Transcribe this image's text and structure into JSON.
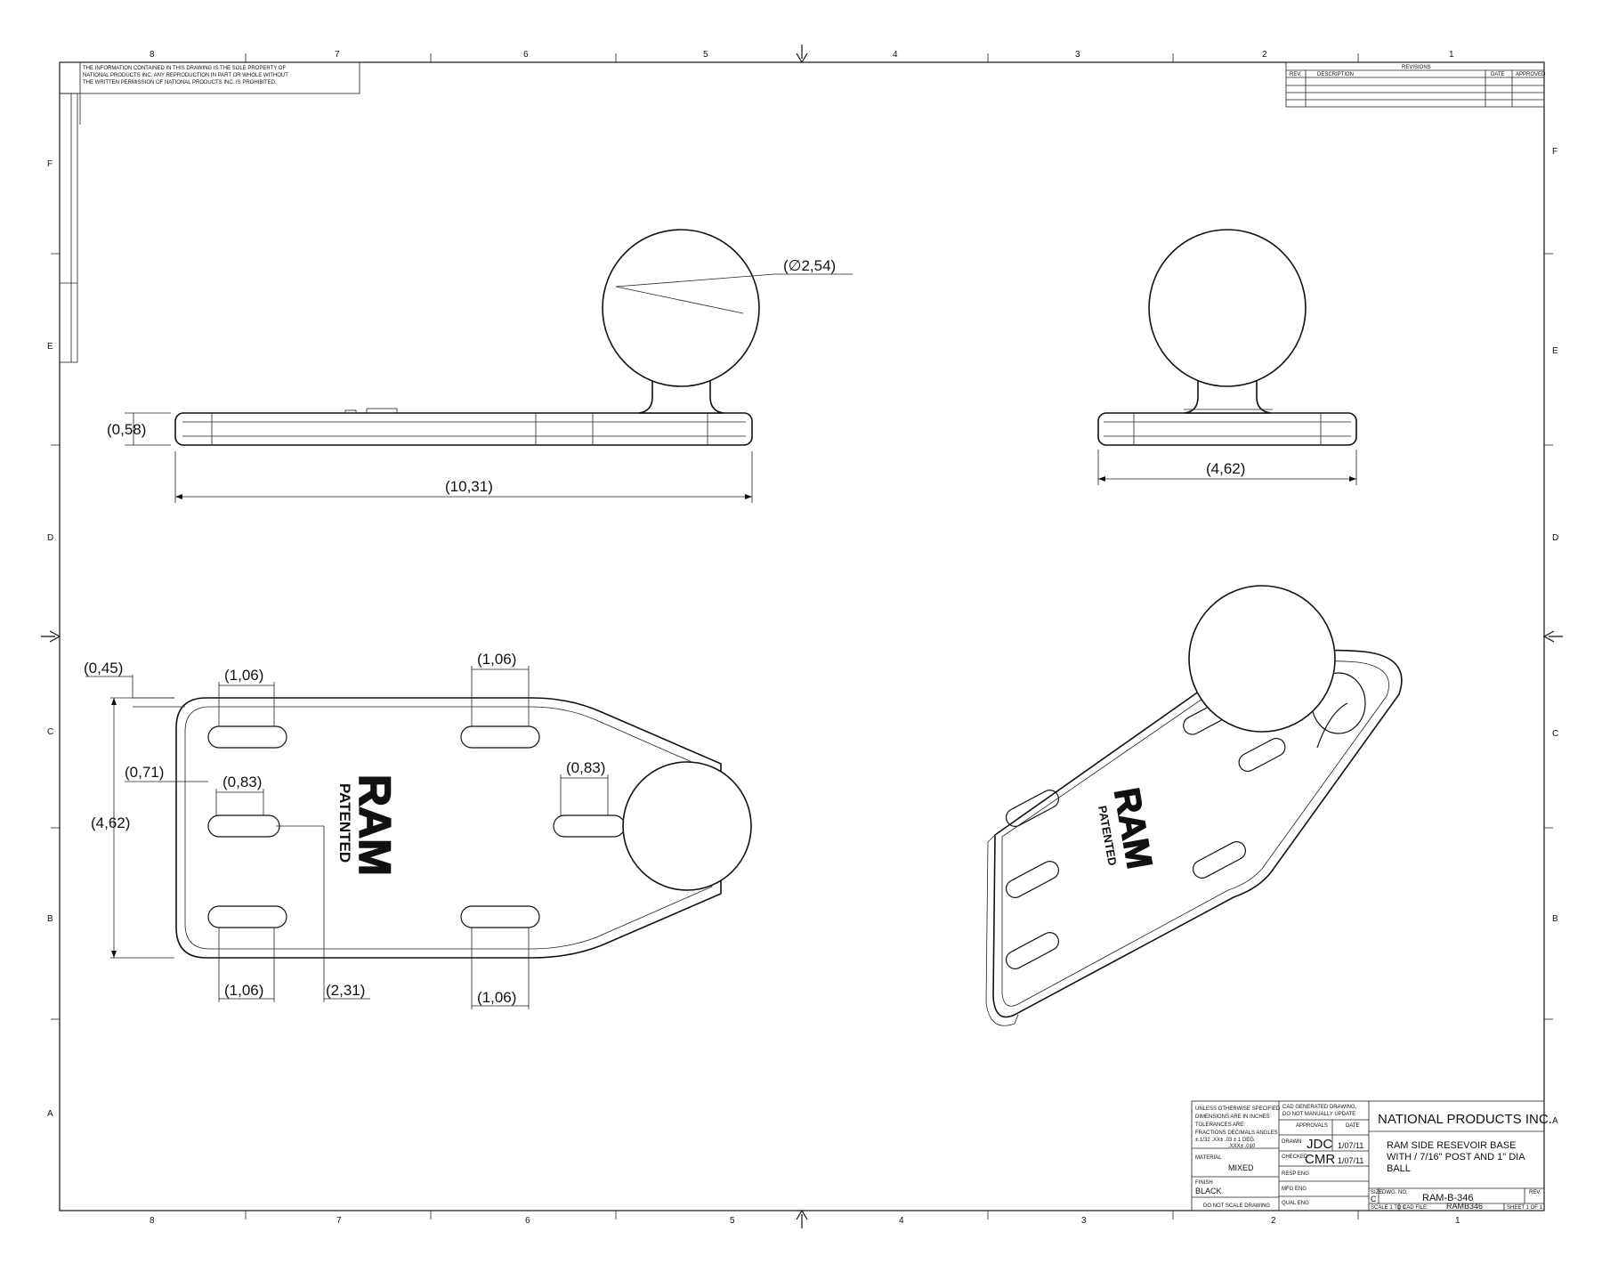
{
  "sheet": {
    "zones_top": [
      "8",
      "7",
      "6",
      "5",
      "4",
      "3",
      "2",
      "1"
    ],
    "zones_side": [
      "F",
      "E",
      "D",
      "C",
      "B",
      "A"
    ],
    "proprietary_note": [
      "THE INFORMATION CONTAINED IN THIS DRAWING IS THE SOLE PROPERTY OF",
      "NATIONAL PRODUCTS INC. ANY REPRODUCTION IN PART OR WHOLE WITHOUT",
      "THE WRITTEN PERMISSION OF NATIONAL PRODUCTS INC. IS PROHIBITED."
    ],
    "revisions": {
      "title": "REVISIONS",
      "headers": [
        "REV.",
        "DESCRIPTION",
        "DATE",
        "APPROVED"
      ]
    }
  },
  "dimensions": {
    "ball_diameter": "(∅2,54)",
    "base_thickness": "(0,58)",
    "length": "(10,31)",
    "width_side": "(4,62)",
    "edge_offset": "(0,45)",
    "slot_top_left": "(1,06)",
    "slot_top_right": "(1,06)",
    "slot_edge_inset": "(0,71)",
    "slot_mid_left": "(0,83)",
    "slot_mid_right": "(0,83)",
    "width_plan": "(4,62)",
    "slot_bottom_left": "(1,06)",
    "slot_center_offset": "(2,31)",
    "slot_bottom_right": "(1,06)"
  },
  "emboss": {
    "brand": "RAM",
    "mark": "PATENTED"
  },
  "title_block": {
    "unless_note": [
      "UNLESS OTHERWISE SPECIFIED",
      "DIMENSIONS ARE IN INCHES",
      "TOLERANCES ARE:"
    ],
    "tolerance_header": "FRACTIONS  DECIMALS  ANGLES",
    "tolerance_values": "± 1/32   .XX± .03   ± 1 DEG.",
    "tolerance_values2": ".XXX± .010",
    "material_label": "MATERIAL",
    "material_value": "MIXED",
    "finish_label": "FINISH",
    "finish_value": "BLACK",
    "do_not_scale": "DO NOT SCALE DRAWING",
    "cad_note": [
      "CAD GENERATED DRAWING,",
      "DO NOT MANUALLY UPDATE"
    ],
    "approvals_label": "APPROVALS",
    "date_label": "DATE",
    "drawn_label": "DRAWN",
    "drawn_by": "JDC",
    "drawn_date": "1/07/11",
    "checked_label": "CHECKED",
    "checked_by": "CMR",
    "checked_date": "1/07/11",
    "resp_eng_label": "RESP ENG",
    "mfg_eng_label": "MFG ENG",
    "qual_eng_label": "QUAL ENG",
    "company": "NATIONAL PRODUCTS INC.",
    "title_lines": [
      "RAM SIDE RESEVOIR BASE",
      "WITH / 7/16\" POST AND 1\" DIA",
      "BALL"
    ],
    "size_label": "SIZE",
    "size_value": "C",
    "dwg_no_label": "DWG. NO.",
    "dwg_no": "RAM-B-346",
    "rev_label": "REV.",
    "scale_label": "SCALE 1 TO 1",
    "cad_file_label": "CAD FILE:",
    "cad_file": "RAMB346",
    "sheet_label": "SHEET 1 OF 1"
  }
}
